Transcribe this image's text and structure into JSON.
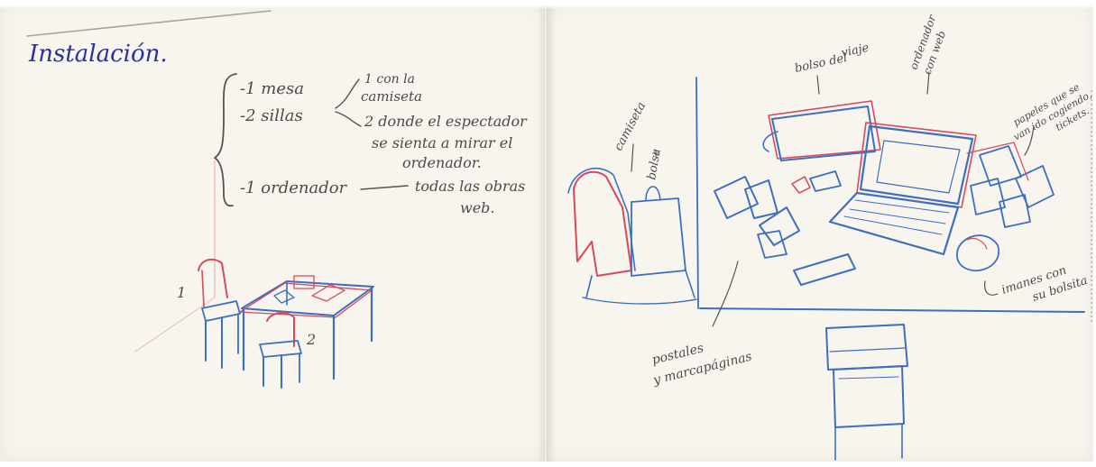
{
  "title": "Instalación.",
  "materials": [
    {
      "label": "-1 mesa"
    },
    {
      "label": "-2 sillas"
    },
    {
      "label": "-1 ordenador"
    }
  ],
  "notes": {
    "mesa_note": [
      "1 con la",
      "camiseta"
    ],
    "sillas_note": [
      "2 donde el espectador",
      "se sienta a mirar el",
      "ordenador."
    ],
    "ordenador_note": [
      "todas las obras",
      "web."
    ]
  },
  "sketch_labels": {
    "chair_1": "1",
    "chair_2": "2",
    "camiseta": [
      "camiseta",
      "+",
      "bolsa"
    ],
    "bolso": [
      "bolso del",
      "viaje"
    ],
    "ordenador": [
      "ordenador",
      "con web"
    ],
    "papeles": [
      "papeles que se",
      "van ido cogiendo,",
      "tickets."
    ],
    "imanes": [
      "imanes con",
      "su bolsita"
    ],
    "postales": [
      "postales",
      "y marcapáginas"
    ]
  },
  "colors": {
    "pencil_blue": "#3e6fbf",
    "pencil_red": "#d5495a",
    "title_ink": "#2b2fa6",
    "paper": "#f7f5ee"
  }
}
